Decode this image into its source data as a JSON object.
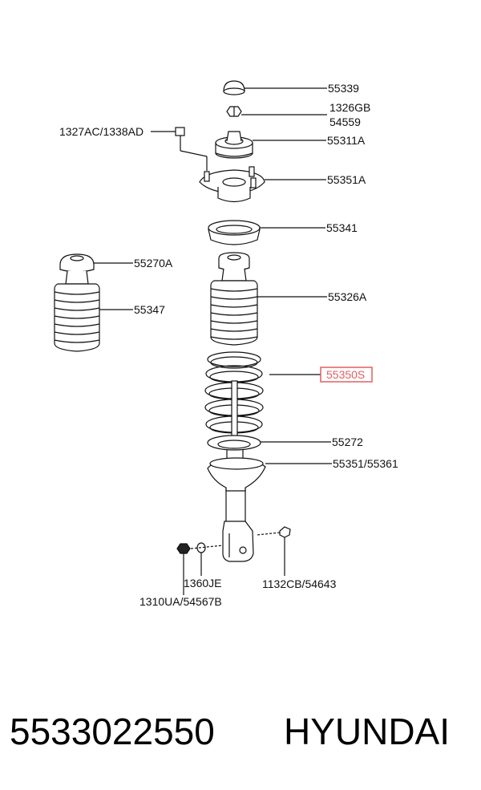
{
  "labels": {
    "cap": "55339",
    "nut_top": "1326GB",
    "nut_bottom": "54559",
    "bolt_set": "1327AC/1338AD",
    "insulator": "55311A",
    "mount_plate": "55351A",
    "spring_seat": "55341",
    "boot_cap_left": "55270A",
    "boot_left": "55347",
    "boot_right": "55326A",
    "coil_spring": "55350S",
    "lower_pad": "55272",
    "lower_seat": "55351/55361",
    "washer": "1360JE",
    "nut": "1310UA/54567B",
    "bolt": "1132CB/54643"
  },
  "footer": {
    "part_number": "5533022550",
    "brand": "HYUNDAI"
  },
  "colors": {
    "highlight": "#e06060",
    "ink": "#111111"
  }
}
